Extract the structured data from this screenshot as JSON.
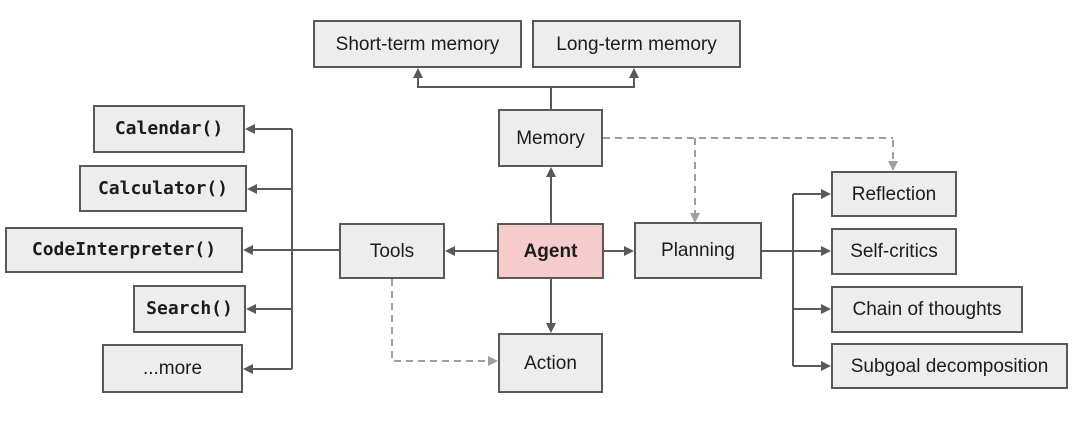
{
  "diagram": {
    "nodes": {
      "agent": "Agent",
      "tools": "Tools",
      "memory": "Memory",
      "planning": "Planning",
      "action": "Action",
      "short_term_memory": "Short-term memory",
      "long_term_memory": "Long-term memory",
      "tool_items": [
        {
          "label": "Calendar()"
        },
        {
          "label": "Calculator()"
        },
        {
          "label": "CodeInterpreter()"
        },
        {
          "label": "Search()"
        },
        {
          "label": "...more"
        }
      ],
      "planning_items": [
        {
          "label": "Reflection"
        },
        {
          "label": "Self-critics"
        },
        {
          "label": "Chain of thoughts"
        },
        {
          "label": "Subgoal decomposition"
        }
      ]
    },
    "edges": [
      {
        "from": "Agent",
        "to": "Memory",
        "style": "solid"
      },
      {
        "from": "Agent",
        "to": "Tools",
        "style": "solid"
      },
      {
        "from": "Agent",
        "to": "Planning",
        "style": "solid"
      },
      {
        "from": "Agent",
        "to": "Action",
        "style": "solid"
      },
      {
        "from": "Memory",
        "to": "Short-term memory",
        "style": "solid"
      },
      {
        "from": "Memory",
        "to": "Long-term memory",
        "style": "solid"
      },
      {
        "from": "Tools",
        "to": "Calendar()",
        "style": "solid"
      },
      {
        "from": "Tools",
        "to": "Calculator()",
        "style": "solid"
      },
      {
        "from": "Tools",
        "to": "CodeInterpreter()",
        "style": "solid"
      },
      {
        "from": "Tools",
        "to": "Search()",
        "style": "solid"
      },
      {
        "from": "Tools",
        "to": "...more",
        "style": "solid"
      },
      {
        "from": "Planning",
        "to": "Reflection",
        "style": "solid"
      },
      {
        "from": "Planning",
        "to": "Self-critics",
        "style": "solid"
      },
      {
        "from": "Planning",
        "to": "Chain of thoughts",
        "style": "solid"
      },
      {
        "from": "Planning",
        "to": "Subgoal decomposition",
        "style": "solid"
      },
      {
        "from": "Memory",
        "to": "Planning",
        "style": "dashed"
      },
      {
        "from": "Memory",
        "to": "Reflection",
        "style": "dashed"
      },
      {
        "from": "Tools",
        "to": "Action",
        "style": "dashed"
      }
    ],
    "colors": {
      "agent_fill": "#f6cbcb",
      "node_fill": "#ededed",
      "node_border": "#595959",
      "solid_line": "#595959",
      "dashed_line": "#9e9e9e",
      "text": "#1c1c1c",
      "background": "#ffffff"
    }
  }
}
